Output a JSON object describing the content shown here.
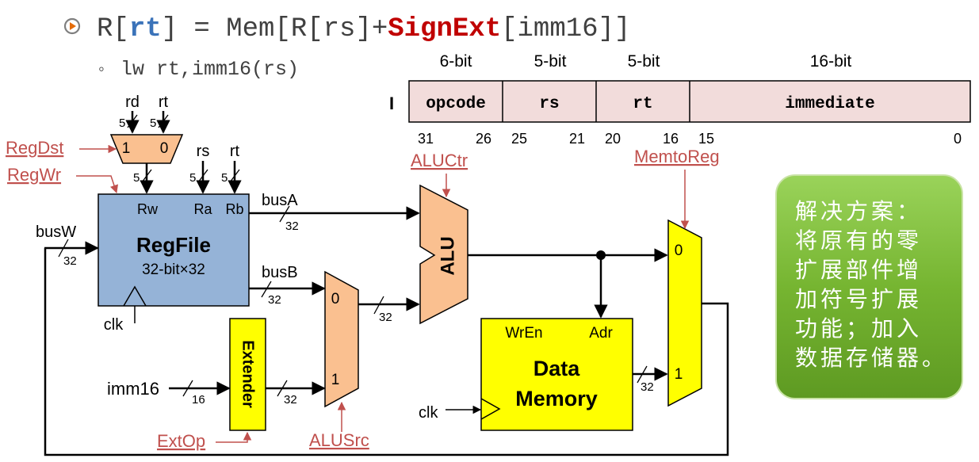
{
  "header": {
    "bullet_icon": "play-circle-icon",
    "equation": {
      "p1": "R[",
      "rt": "rt",
      "p2": "] = Mem[R[rs]+",
      "signext": "SignExt",
      "p3": "[imm16]]"
    },
    "sub_bullet": "◦",
    "instruction": "lw rt,imm16(rs)"
  },
  "format": {
    "type_letter": "I",
    "bit_widths": [
      "6-bit",
      "5-bit",
      "5-bit",
      "16-bit"
    ],
    "fields": [
      "opcode",
      "rs",
      "rt",
      "immediate"
    ],
    "bit_positions": [
      "31",
      "26",
      "25",
      "21",
      "20",
      "16",
      "15",
      "0"
    ]
  },
  "signals": {
    "regdst": "RegDst",
    "regwr": "RegWr",
    "aluctr": "ALUCtr",
    "memtoreg": "MemtoReg",
    "extop": "ExtOp",
    "alusrc": "ALUSrc"
  },
  "regdst_mux": {
    "in1": "rd",
    "in2": "rt",
    "left": "1",
    "right": "0",
    "width": "5",
    "out_width": "5"
  },
  "regfile": {
    "title": "RegFile",
    "subtitle": "32-bit×32",
    "ports": [
      "Rw",
      "Ra",
      "Rb"
    ],
    "ra_in": "rs",
    "rb_in": "rt",
    "ra_width": "5",
    "rb_width": "5",
    "clk": "clk"
  },
  "buses": {
    "busA": "busA",
    "busB": "busB",
    "busW": "busW",
    "w32": "32"
  },
  "alu": {
    "label": "ALU"
  },
  "alusrc_mux": {
    "in0": "0",
    "in1": "1"
  },
  "extender": {
    "label": "Extender",
    "input": "imm16",
    "in_width": "16",
    "out_width": "32"
  },
  "memory": {
    "title_line1": "Data",
    "title_line2": "Memory",
    "wren": "WrEn",
    "adr": "Adr",
    "clk": "clk",
    "din_width": "32"
  },
  "memtoreg_mux": {
    "in0": "0",
    "in1": "1"
  },
  "callout": {
    "lines": [
      "解决方案：",
      "将原有的零",
      "扩展部件增",
      "加符号扩展",
      "功能；加入",
      "数据存储器。"
    ]
  },
  "colors": {
    "blue_keyword": "#3b73b9",
    "red_keyword": "#c00000",
    "signal_red": "#c0504d",
    "regfile_fill": "#95b3d7",
    "mux_fill": "#fac090",
    "yellow": "#ffff00",
    "format_fill": "#f2dcdb",
    "callout_green": "#76b531"
  }
}
